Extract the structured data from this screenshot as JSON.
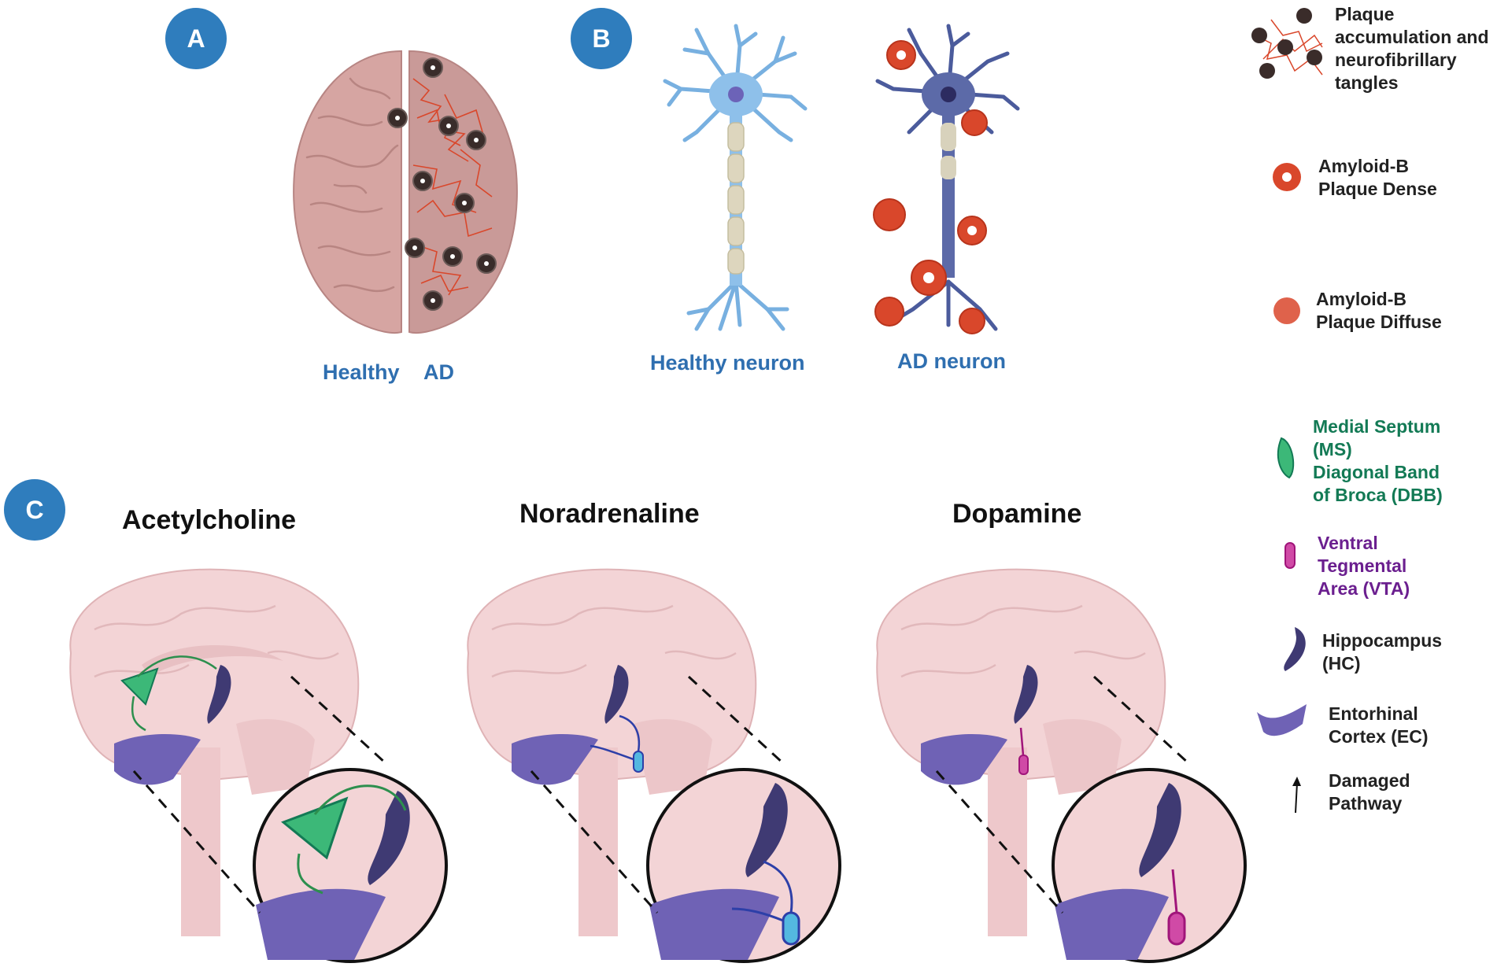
{
  "panels": {
    "a": {
      "badge": "A",
      "healthy_label": "Healthy",
      "ad_label": "AD"
    },
    "b": {
      "badge": "B",
      "healthy_label": "Healthy neuron",
      "ad_label": "AD neuron"
    },
    "c": {
      "badge": "C",
      "titles": [
        "Acetylcholine",
        "Noradrenaline",
        "Dopamine"
      ]
    }
  },
  "legend": {
    "plaque_tangles": [
      "Plaque",
      "accumulation and",
      "neurofibrillary",
      "tangles"
    ],
    "dense": [
      "Amyloid-B",
      "Plaque Dense"
    ],
    "diffuse": [
      "Amyloid-B",
      "Plaque Diffuse"
    ],
    "ms_dbb": [
      "Medial Septum",
      "(MS)",
      "Diagonal Band",
      "of Broca (DBB)"
    ],
    "vta": [
      "Ventral",
      "Tegmental",
      "Area (VTA)"
    ],
    "hc": [
      "Hippocampus",
      "(HC)"
    ],
    "ec": [
      "Entorhinal",
      "Cortex (EC)"
    ],
    "damaged": [
      "Damaged",
      "Pathway"
    ]
  },
  "colors": {
    "badge": "#2f7dbd",
    "caption_blue": "#2f6fb0",
    "ms_green": "#137a55",
    "vta_purple": "#6b1f8f",
    "brain_pink": "#f3d4d6",
    "ad_brain": "#c99a98",
    "hippocampus": "#3f3a73",
    "entorhinal": "#6f62b5",
    "plaque_red": "#d9472b",
    "ne_blue": "#2d3fa8",
    "da_magenta": "#a0157a"
  }
}
